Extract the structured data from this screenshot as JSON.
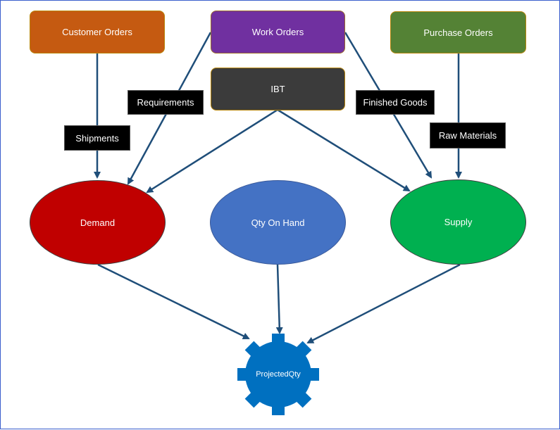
{
  "nodes": {
    "customer_orders": "Customer Orders",
    "work_orders": "Work Orders",
    "purchase_orders": "Purchase Orders",
    "ibt": "IBT",
    "demand": "Demand",
    "qty_on_hand": "Qty On Hand",
    "supply": "Supply",
    "projected_qty": "ProjectedQty"
  },
  "edge_labels": {
    "requirements": "Requirements",
    "shipments": "Shipments",
    "finished_goods": "Finished Goods",
    "raw_materials": "Raw Materials"
  },
  "colors": {
    "customer_orders": "#c55a11",
    "work_orders": "#7030a0",
    "purchase_orders": "#548235",
    "ibt": "#3b3b3b",
    "demand": "#c00000",
    "qty_on_hand": "#4472c4",
    "supply": "#00b050",
    "projected_qty": "#0070c0",
    "edge": "#1f4e79"
  }
}
